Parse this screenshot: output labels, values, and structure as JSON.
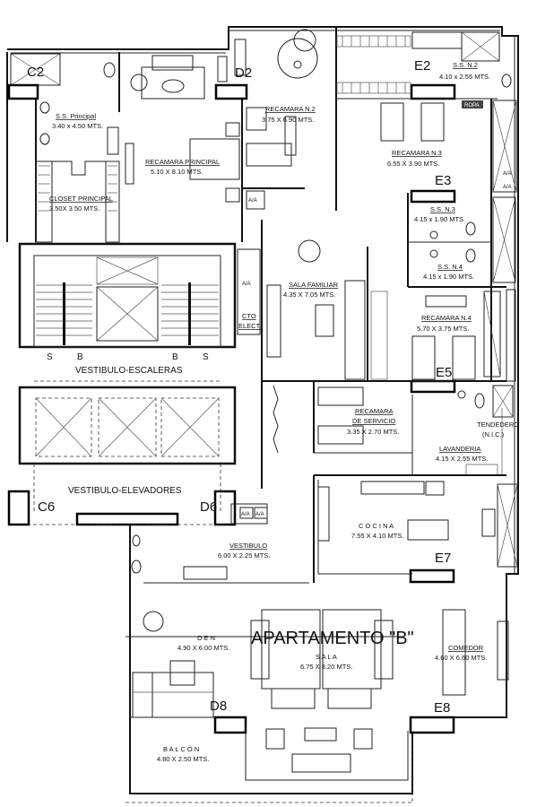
{
  "plan": {
    "title": "APARTAMENTO \"B\"",
    "rooms": {
      "ss_principal": {
        "name": "S.S. Principal",
        "dims": "3.40 x 4.50 MTS."
      },
      "recamara_principal": {
        "name": "RECAMARA PRINCIPAL",
        "dims": "5.10 X 8.10 MTS."
      },
      "closet_principal": {
        "name": "CLOSET PRINCIPAL",
        "dims": "3.50X 3.50 MTS."
      },
      "recamara_2": {
        "name": "RECAMARA N.2",
        "dims": "3.75 X 6.90 MTS."
      },
      "ss_2": {
        "name": "S.S. N.2",
        "dims": "4.10 x 2.55 MTS."
      },
      "recamara_3": {
        "name": "RECAMARA N.3",
        "dims": "6.55 X 3.90 MTS."
      },
      "ss_3": {
        "name": "S.S. N.3",
        "dims": "4.15 x 1.90 MTS."
      },
      "ss_4": {
        "name": "S.S. N.4",
        "dims": "4.15 x 1.90 MTS."
      },
      "sala_familiar": {
        "name": "SALA FAMILIAR",
        "dims": "4.35 X 7.05 MTS."
      },
      "cto_elect": {
        "name": "CTO",
        "name2": "ELECT."
      },
      "recamara_4": {
        "name": "RECAMARA N.4",
        "dims": "5.70 X 3.75 MTS."
      },
      "recamara_servicio": {
        "name": "RECAMARA",
        "name2": "DE SERVICIO",
        "dims": "3.35 X 2.70 MTS."
      },
      "tendedero": {
        "name": "TENDEDERO",
        "note": "(N.I.C.)"
      },
      "lavanderia": {
        "name": "LAVANDERIA",
        "dims": "4.15 X 2.55 MTS."
      },
      "cocina": {
        "name": "C O C I N A",
        "dims": "7.55 X 4.10 MTS."
      },
      "vestibulo": {
        "name": "VESTIBULO",
        "dims": "6.00 X 2.25 MTS."
      },
      "den": {
        "name": "D E N",
        "dims": "4.90 X 6.00 MTS."
      },
      "sala": {
        "name": "S A L A",
        "dims": "6.75 X 8.20 MTS."
      },
      "comedor": {
        "name": "COMEDOR",
        "dims": "4.60 X 6.60 MTS."
      },
      "balcon": {
        "name": "B A L C Ó N",
        "dims": "4.80 X 2.50 MTS."
      },
      "vestibulo_escaleras": {
        "name": "VESTIBULO-ESCALERAS"
      },
      "vestibulo_elevadores": {
        "name": "VESTIBULO-ELEVADORES"
      }
    },
    "stair_marks": [
      "S",
      "B",
      "B",
      "S"
    ],
    "column_tags": [
      "C2",
      "D2",
      "E2",
      "E3",
      "E5",
      "C6",
      "D6",
      "E7",
      "D8",
      "E8"
    ],
    "aa_label": "A/A",
    "wardrobe_label": "ROPA"
  }
}
